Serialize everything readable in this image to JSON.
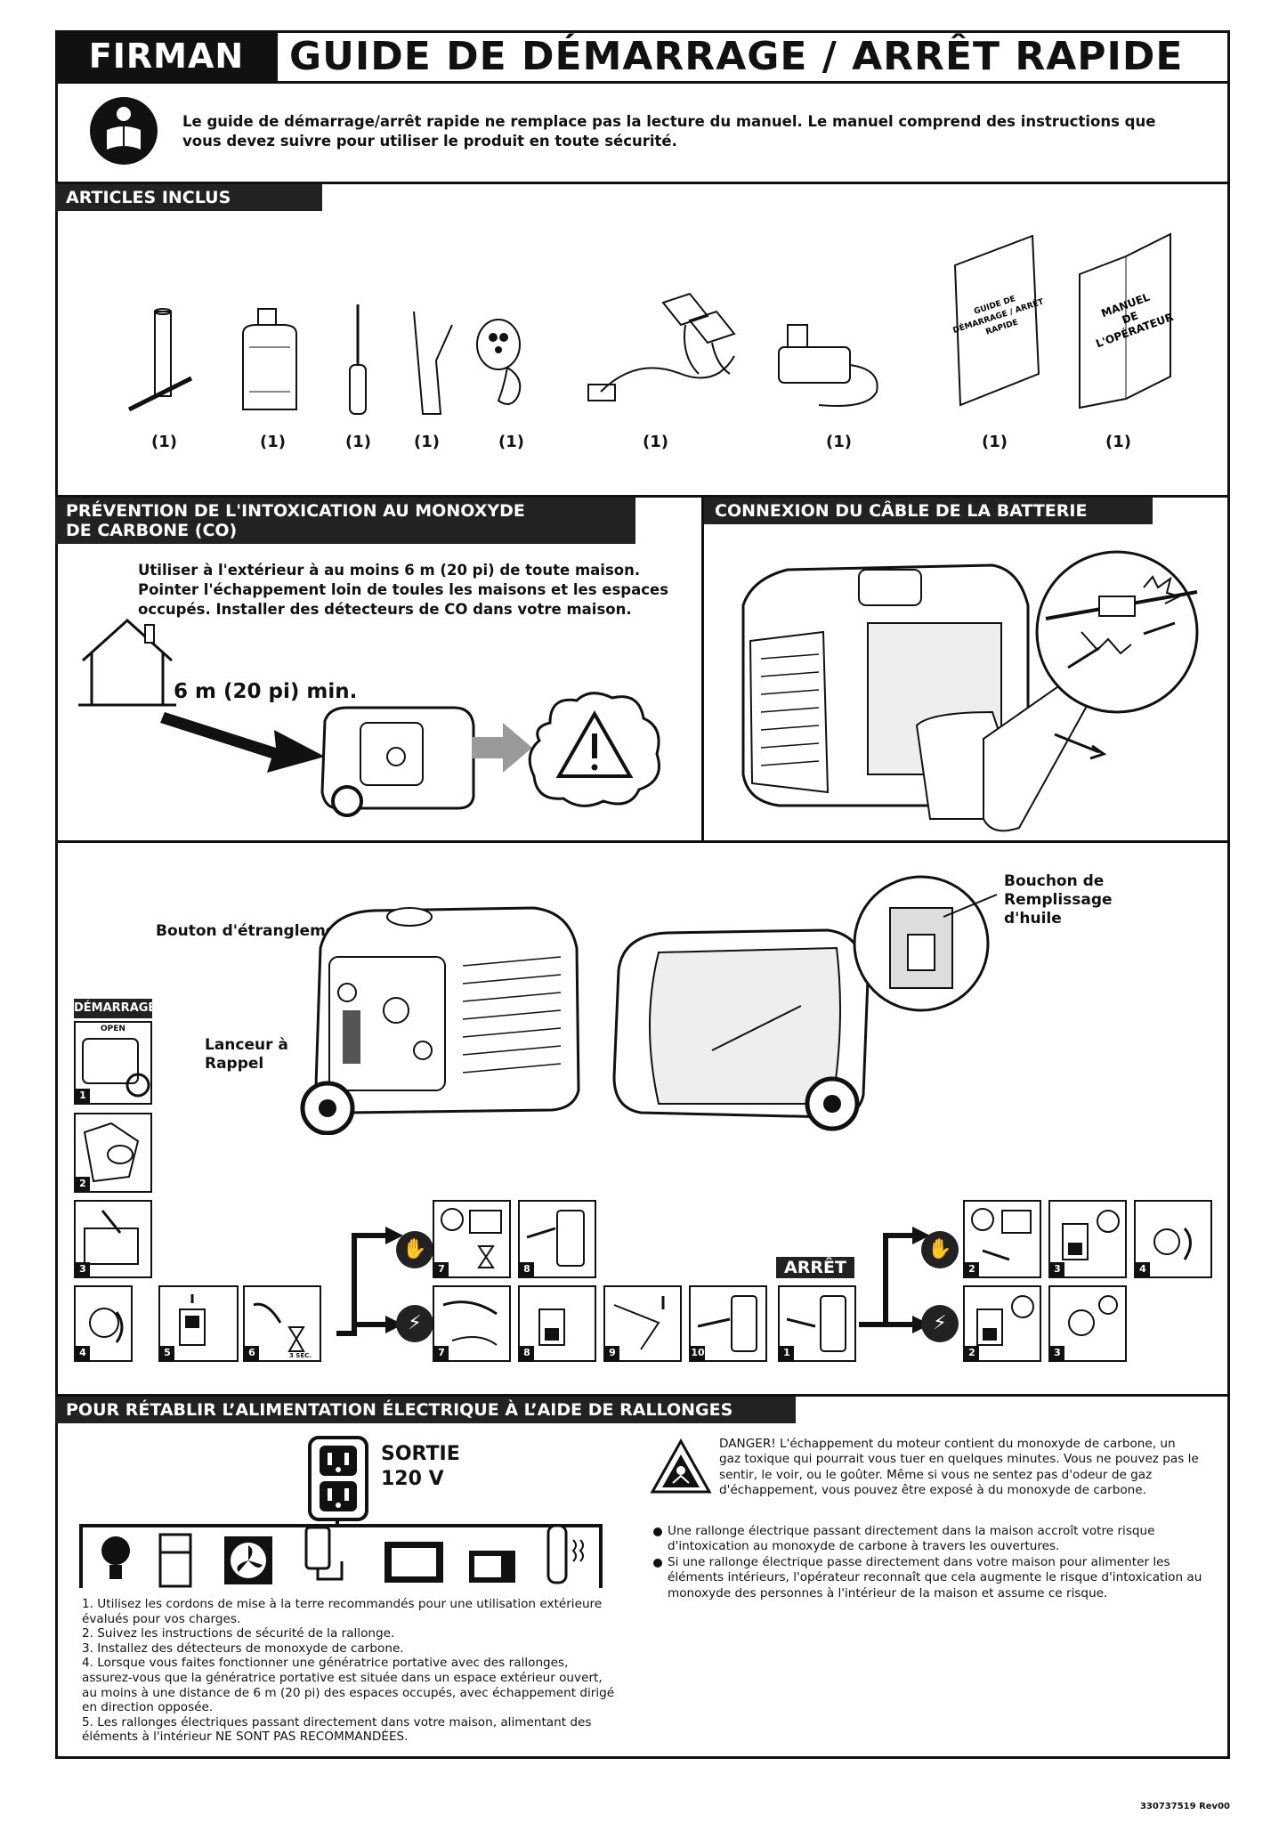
{
  "header": {
    "brand": "FIRMAN",
    "title": "GUIDE DE DÉMARRAGE / ARRÊT RAPIDE"
  },
  "intro": {
    "icon": "read-manual-icon",
    "text": "Le guide de démarrage/arrêt rapide ne remplace pas la lecture du manuel. Le manuel comprend des instructions que vous devez suivre pour utiliser le produit en toute sécurité."
  },
  "included": {
    "heading": "ARTICLES INCLUS",
    "items": [
      {
        "icon": "spark-plug-wrench-icon",
        "qty": "(1)"
      },
      {
        "icon": "oil-bottle-icon",
        "qty": "(1)"
      },
      {
        "icon": "screwdriver-icon",
        "qty": "(1)"
      },
      {
        "icon": "oil-funnel-icon",
        "qty": "(1)"
      },
      {
        "icon": "remote-fob-icon",
        "qty": "(1)"
      },
      {
        "icon": "battery-charging-cable-icon",
        "qty": "(1)"
      },
      {
        "icon": "power-adapter-icon",
        "qty": "(1)"
      },
      {
        "icon": "quick-guide-booklet-icon",
        "qty": "(1)",
        "cover_lines": [
          "GUIDE DE",
          "DÉMARRAGE / ARRÊT",
          "RAPIDE"
        ]
      },
      {
        "icon": "operator-manual-icon",
        "qty": "(1)",
        "cover_lines": [
          "MANUEL",
          "DE",
          "L'OPÉRATEUR"
        ]
      }
    ]
  },
  "co_prevention": {
    "heading_line1": "PRÉVENTION DE L'INTOXICATION AU MONOXYDE",
    "heading_line2": "DE CARBONE (CO)",
    "text": "Utiliser à l'extérieur à au moins 6 m (20 pi) de toute maison. Pointer l'échappement loin de toules les maisons et les espaces occupés. Installer des détecteurs de CO dans votre maison.",
    "distance": "6 m (20 pi) min."
  },
  "battery": {
    "heading": "CONNEXION DU CÂBLE DE LA BATTERIE"
  },
  "controls": {
    "choke_label": "Bouton d'étranglement",
    "recoil_label": "Lanceur à Rappel",
    "oil_cap_label": "Bouchon de Remplissage d'huile"
  },
  "start": {
    "label": "DÉMARRAGE",
    "open_label": "OPEN",
    "steps_left": [
      "1",
      "2",
      "3"
    ],
    "steps_bottom": [
      "4",
      "5",
      "6"
    ],
    "remote_steps": [
      "7",
      "8"
    ],
    "manual_steps": [
      "7",
      "8",
      "9",
      "10"
    ],
    "wait_label": "3 SEC."
  },
  "stop": {
    "label": "ARRÊT",
    "first_step": "1",
    "remote_steps": [
      "2",
      "3",
      "4"
    ],
    "manual_steps": [
      "2",
      "3"
    ]
  },
  "extension": {
    "heading": "POUR RÉTABLIR L’ALIMENTATION ÉLECTRIQUE À L’AIDE DE RALLONGES",
    "outlet_label_1": "SORTIE",
    "outlet_label_2": "120 V",
    "appliances": [
      "light-bulb-icon",
      "refrigerator-icon",
      "fan-icon",
      "phone-charger-icon",
      "television-icon",
      "microwave-icon",
      "heater-icon"
    ],
    "instructions": [
      "1. Utilisez les cordons de mise à la terre recommandés pour une utilisation extérieure évalués pour vos charges.",
      "2. Suivez les instructions de sécurité de la rallonge.",
      "3. Installez des détecteurs de monoxyde de carbone.",
      "4. Lorsque vous faites fonctionner une génératrice portative avec des rallonges, assurez-vous que la génératrice portative est située dans un espace extérieur ouvert, au moins à une distance de 6 m (20 pi) des espaces occupés, avec échappement dirigé en direction opposée.",
      "5. Les rallonges électriques passant directement dans votre maison, alimentant des éléments à l'intérieur NE SONT PAS RECOMMANDÉES."
    ],
    "danger": "DANGER! L'échappement du moteur contient du monoxyde de carbone, un gaz toxique qui pourrait vous tuer en quelques minutes. Vous ne pouvez pas le sentir, le voir, ou le goûter. Même si vous ne sentez pas d'odeur de gaz d'échappement, vous pouvez être exposé à du monoxyde de carbone.",
    "bullets": [
      "Une rallonge électrique passant directement dans la maison accroît votre risque d'intoxication au monoxyde de carbone à travers les ouvertures.",
      "Si une rallonge électrique passe directement dans votre maison pour alimenter les éléments intérieurs, l'opérateur reconnaît que cela augmente le risque d'intoxication au monoxyde des personnes à l'intérieur de la maison et assume ce risque."
    ]
  },
  "footer": {
    "doc_number": "330737519  Rev00"
  }
}
